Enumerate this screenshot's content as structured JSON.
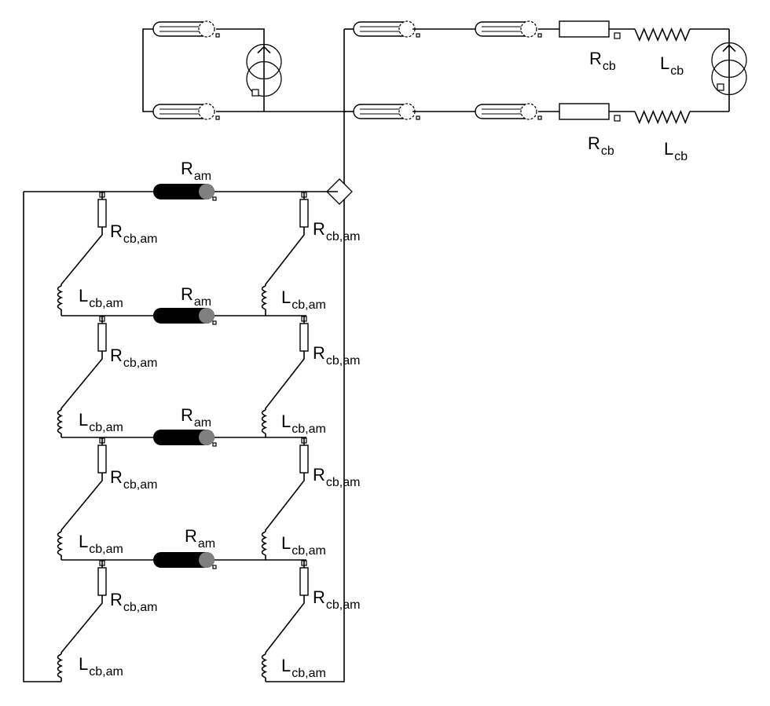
{
  "colors": {
    "wire": "#000000",
    "cable_dark": "#000000",
    "cable_end": "#808080",
    "background": "#ffffff"
  },
  "labels": {
    "rcb_top": {
      "main": "R",
      "sub": "cb"
    },
    "lcb_top": {
      "main": "L",
      "sub": "cb"
    },
    "rcb_bottom": {
      "main": "R",
      "sub": "cb"
    },
    "lcb_bottom": {
      "main": "L",
      "sub": "cb"
    },
    "rungs": [
      {
        "ram": {
          "main": "R",
          "sub": "am"
        },
        "r_left": {
          "main": "R",
          "sub": "cb,am"
        },
        "r_right": {
          "main": "R",
          "sub": "cb,am"
        },
        "l_left": {
          "main": "L",
          "sub": "cb,am"
        },
        "l_right": {
          "main": "L",
          "sub": "cb,am"
        }
      },
      {
        "ram": {
          "main": "R",
          "sub": "am"
        },
        "r_left": {
          "main": "R",
          "sub": "cb,am"
        },
        "r_right": {
          "main": "R",
          "sub": "cb,am"
        },
        "l_left": {
          "main": "L",
          "sub": "cb,am"
        },
        "l_right": {
          "main": "L",
          "sub": "cb,am"
        }
      },
      {
        "ram": {
          "main": "R",
          "sub": "am"
        },
        "r_left": {
          "main": "R",
          "sub": "cb,am"
        },
        "r_right": {
          "main": "R",
          "sub": "cb,am"
        },
        "l_left": {
          "main": "L",
          "sub": "cb,am"
        },
        "l_right": {
          "main": "L",
          "sub": "cb,am"
        }
      },
      {
        "ram": {
          "main": "R",
          "sub": "am"
        },
        "r_left": {
          "main": "R",
          "sub": "cb,am"
        },
        "r_right": {
          "main": "R",
          "sub": "cb,am"
        },
        "l_left": {
          "main": "L",
          "sub": "cb,am"
        },
        "l_right": {
          "main": "L",
          "sub": "cb,am"
        }
      }
    ]
  }
}
